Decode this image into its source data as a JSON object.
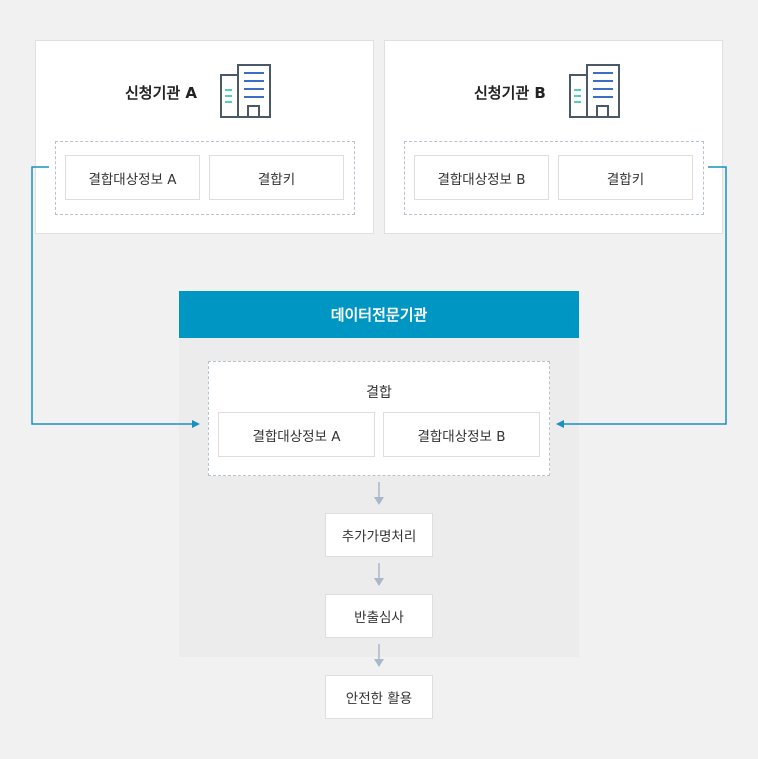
{
  "org_a": {
    "title": "신청기관 A",
    "info_label": "결합대상정보 A",
    "key_label": "결합키",
    "icon": "building-icon"
  },
  "org_b": {
    "title": "신청기관 B",
    "info_label": "결합대상정보 B",
    "key_label": "결합키",
    "icon": "building-icon"
  },
  "expert": {
    "title": "데이터전문기관",
    "combine_label": "결합",
    "combined_a": "결합대상정보 A",
    "combined_b": "결합대상정보 B",
    "steps": [
      "추가가명처리",
      "반출심사"
    ]
  },
  "result": {
    "label": "안전한 활용"
  },
  "colors": {
    "accent": "#0096c3",
    "connector": "#1a8fbf",
    "arrow_gray": "#a9b8c6",
    "icon_stroke": "#4a5868",
    "icon_teal": "#4fd1b5",
    "panel_bg": "#ececec"
  }
}
